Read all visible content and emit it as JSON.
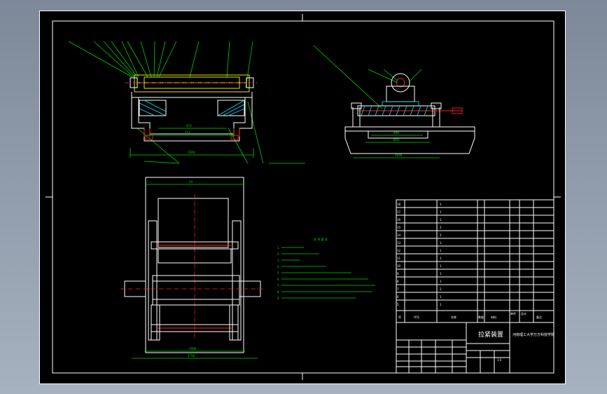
{
  "title_block": {
    "drawing_name": "拉紧装置",
    "school": "河南理工大学万方科技学院",
    "h_seq": "序",
    "h_code": "代号",
    "h_name": "名称",
    "h_qty": "数量",
    "h_material": "材料",
    "h_mass_single": "单件",
    "h_mass_total": "总计",
    "h_remark": "备注",
    "scale": "1:5"
  },
  "tech_notes": {
    "title": "技 术 要 求",
    "lines": [
      "1.",
      "2.",
      "3.",
      "4.",
      "5.",
      "6.",
      "7.",
      "8.",
      "9."
    ]
  },
  "colors": {
    "frame": "#ffffff",
    "leader": "#00d000",
    "part": "#ffff00",
    "center": "#ff2020",
    "hatch": "#00e5ff"
  }
}
